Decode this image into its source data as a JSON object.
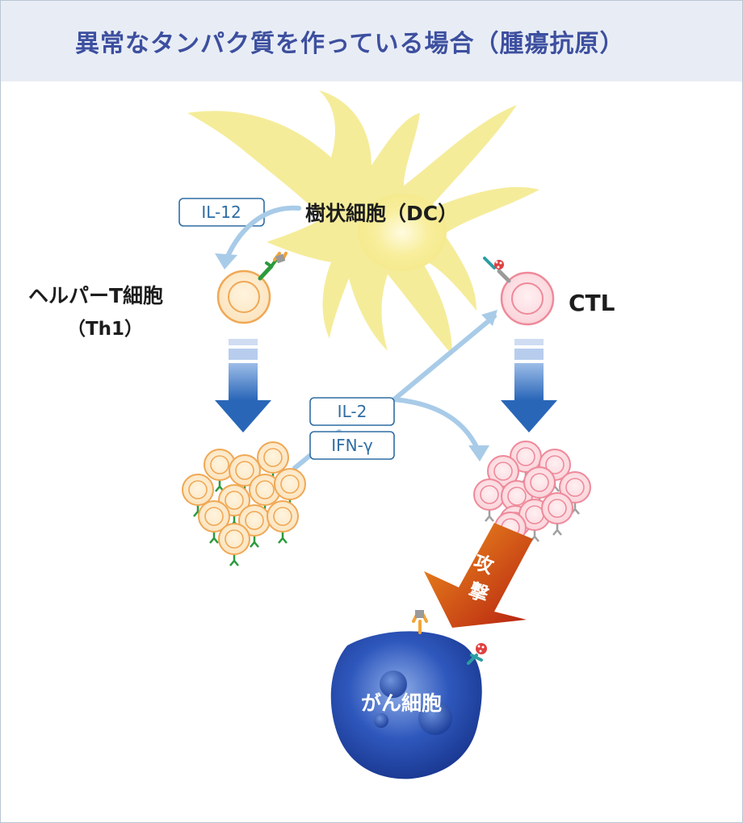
{
  "title": "異常なタンパク質を作っている場合（腫瘍抗原）",
  "cells": {
    "dc": "樹状細胞（DC）",
    "helper": "ヘルパーT細胞",
    "helper_sub": "（Th1）",
    "ctl": "CTL",
    "cancer": "がん細胞"
  },
  "cytokines": {
    "il12": "IL-12",
    "il2": "IL-2",
    "ifng": "IFN-γ"
  },
  "action": {
    "attack_1": "攻",
    "attack_2": "撃"
  },
  "colors": {
    "title": "#3d4f9f",
    "header_bg": "#e8edf5",
    "dc": "#f5ec9a",
    "helper": "#f4a63c",
    "ctl": "#ef7f92",
    "cancer": "#2b52b3",
    "cytokine_arrow": "#a8cbe8",
    "attack": "#c8321c"
  }
}
